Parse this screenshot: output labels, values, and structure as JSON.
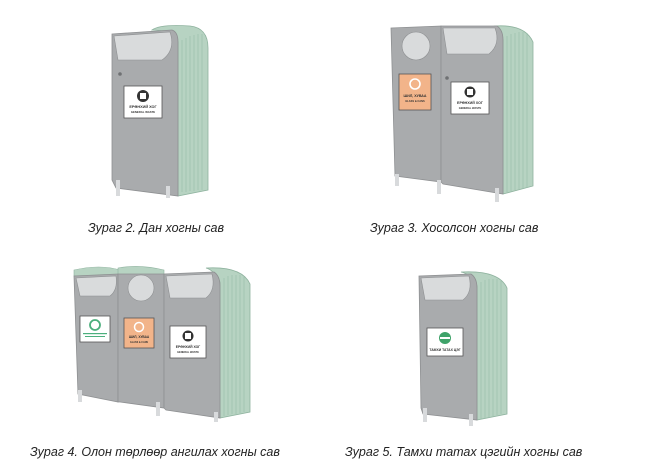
{
  "figures": [
    {
      "caption": "Зураг 2. Дан хогны сав",
      "bins": [
        {
          "type": "general",
          "label_main": "ЕРӨНХИЙ ХОГ",
          "label_sub": "GENERAL WASTE",
          "sign_color": "#ffffff",
          "icon": "trash-can-icon"
        }
      ]
    },
    {
      "caption": "Зураг 3. Хосолсон хогны сав",
      "bins": [
        {
          "type": "recycle",
          "label_main": "ШИЛ, ХУВАА",
          "label_sub": "GLASS & CANS",
          "sign_color": "#f2b48a",
          "icon": "recycle-icon"
        },
        {
          "type": "general",
          "label_main": "ЕРӨНХИЙ ХОГ",
          "label_sub": "GENERAL WASTE",
          "sign_color": "#ffffff",
          "icon": "trash-can-icon"
        }
      ]
    },
    {
      "caption": "Зураг 4. Олон төрлөөр ангилах хогны сав",
      "bins": [
        {
          "type": "paper",
          "label_main": "",
          "label_sub": "",
          "sign_color": "#ffffff",
          "icon": "recycle-icon"
        },
        {
          "type": "recycle",
          "label_main": "ШИЛ, ХУВАА",
          "label_sub": "GLASS & CANS",
          "sign_color": "#f2b48a",
          "icon": "recycle-icon"
        },
        {
          "type": "general",
          "label_main": "ЕРӨНХИЙ ХОГ",
          "label_sub": "GENERAL WASTE",
          "sign_color": "#ffffff",
          "icon": "trash-can-icon"
        }
      ]
    },
    {
      "caption": "Зураг 5. Тамхи татах цэгийн хогны сав",
      "bins": [
        {
          "type": "smoking",
          "label_main": "ТАМХИ ТАТАХ ЦЭГ",
          "label_sub": "",
          "sign_color": "#ffffff",
          "icon": "cigarette-icon"
        }
      ]
    }
  ],
  "colors": {
    "body_gray": "#a9abad",
    "body_dark": "#8e9092",
    "lid_green": "#b7d3c2",
    "lid_green_dark": "#9bbfab",
    "rib": "#8fb39f",
    "leg": "#d8dadc",
    "recycle_green": "#4caf7d",
    "smoke_green": "#3fa36a"
  }
}
